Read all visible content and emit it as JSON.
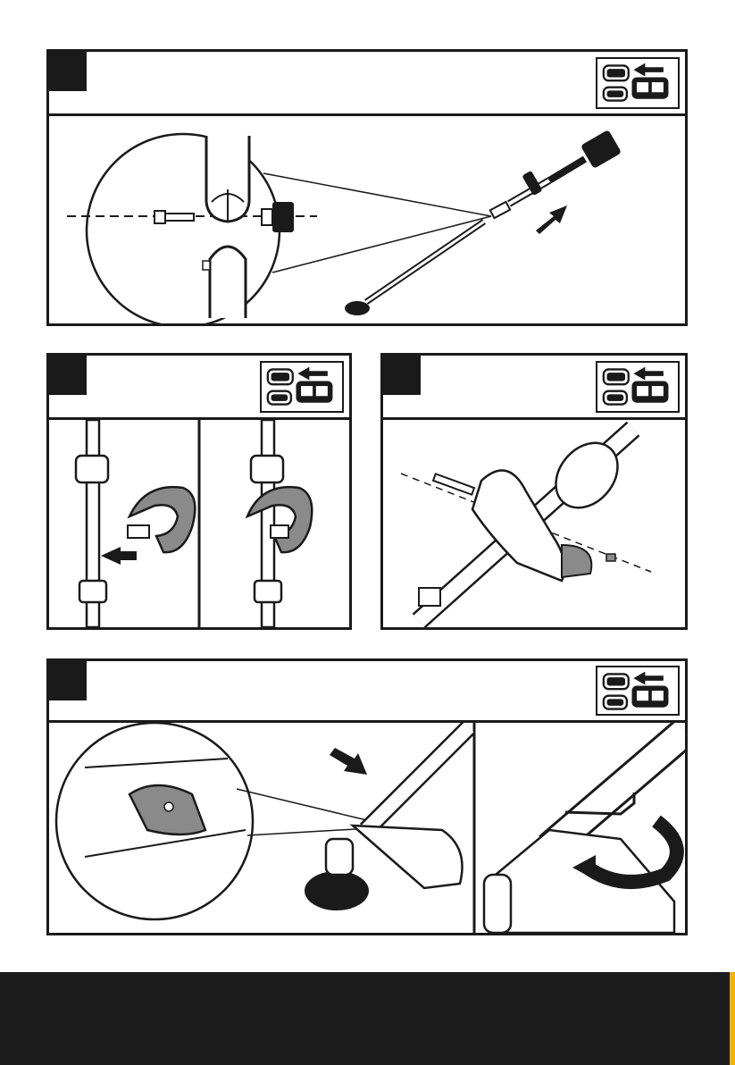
{
  "document": {
    "title": "",
    "panels": [
      {
        "step": "",
        "icon": "battery-removed-icon",
        "scene": "assemble-shaft"
      },
      {
        "step": "",
        "icon": "battery-removed-icon",
        "scene": "attach-handle"
      },
      {
        "step": "",
        "icon": "battery-removed-icon",
        "scene": "secure-handle-bolt"
      },
      {
        "step": "",
        "icon": "battery-removed-icon",
        "scene": "fit-guard-and-tighten"
      }
    ]
  },
  "colors": {
    "ink": "#1a1a1a",
    "grey": "#8a8a8a",
    "light": "#d9d9d9",
    "footer": "#1c1c1c",
    "accent": "#f2b400"
  }
}
